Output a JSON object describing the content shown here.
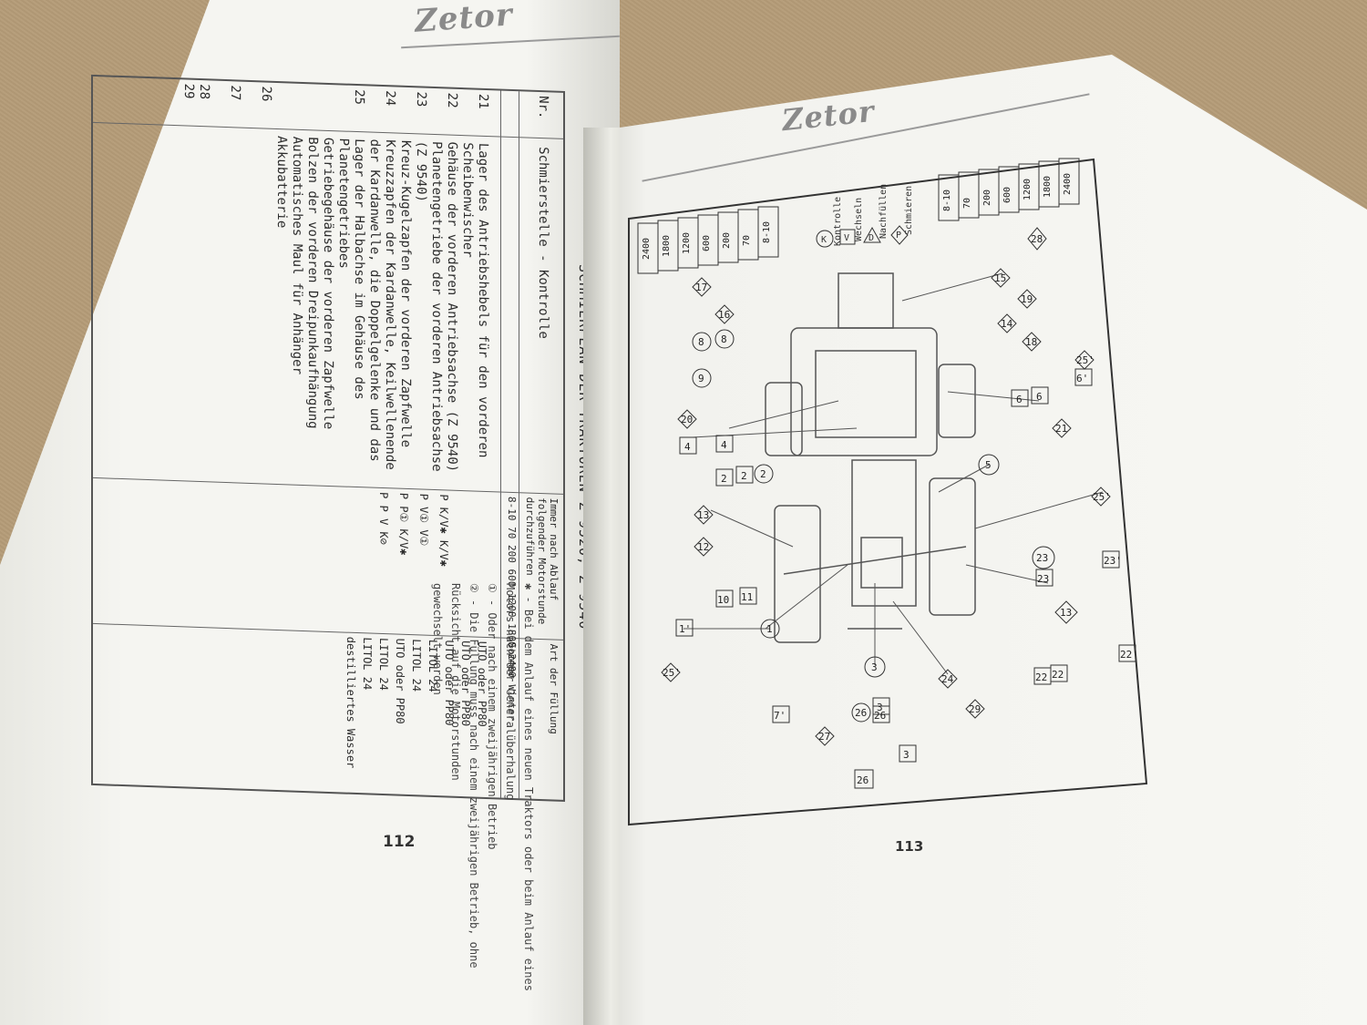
{
  "left_page": {
    "logo": "Zetor",
    "title": "SCHMIERPLAN DER TRAKTOREN Z 9520, Z 9540",
    "headers": {
      "nr": "Nr.",
      "point": "Schmierstelle - Kontrolle",
      "interval_caption": "Immer nach Ablauf folgender Motorstunde durchzuführen",
      "fill_caption": "Art der Füllung",
      "intervals": [
        "8-10",
        "70",
        "200",
        "600",
        "1200",
        "1800",
        "2400"
      ],
      "seasons": [
        "Sommer",
        "Winter"
      ]
    },
    "rows": [
      {
        "nr": "21",
        "text": "Lager des Antriebshebels für den vorderen Scheibenwischer"
      },
      {
        "nr": "22",
        "text": "Gehäuse der vorderen Antriebsachse (Z 9540)"
      },
      {
        "nr": "23",
        "text": "Planetengetriebe der vorderen Antriebsachse (Z 9540)"
      },
      {
        "nr": "24",
        "text": "Kreuz-Kugelzapfen der vorderen Zapfwelle"
      },
      {
        "nr": "25",
        "text": "Kreuzzapfen der Kardanwelle, Keilwellenende der Kardanwelle, die Doppelgelenke und das Lager der Halbachse im Gehäuse des Planetengetriebes"
      },
      {
        "nr": "26",
        "text": "Getriebegehäuse der vorderen Zapfwelle"
      },
      {
        "nr": "27",
        "text": "Bolzen der vorderen Dreipunkaufhängung"
      },
      {
        "nr": "28",
        "text": "Automatisches Maul für Anhänger"
      },
      {
        "nr": "29",
        "text": "Akkubatterie"
      }
    ],
    "marks": [
      "P",
      "K/V✱",
      "K/V✱",
      "P",
      "V①",
      "V①",
      "P",
      "P①",
      "K/V✱",
      "P",
      "P",
      "V",
      "K⊘"
    ],
    "fills": [
      "UTO oder PP80",
      "UTO oder PP80",
      "UTO oder PP80",
      "LITOL 24",
      "LITOL 24",
      "UTO oder PP80",
      "LITOL 24",
      "LITOL 24",
      "destilliertes Wasser"
    ],
    "notes": [
      "✱ - Bei dem Anlauf eines neuen Traktors oder beim Anlauf eines Motors nach der Generalüberhalung",
      "① - Oder nach einem zweijährigen Betrieb",
      "② - Die Füllung muss nach einem zweijährigen Betrieb, ohne Rücksicht auf die Motorstunden",
      "gewechselt werden"
    ],
    "page_number": "112"
  },
  "right_page": {
    "logo": "Zetor",
    "page_number": "113",
    "legend": [
      {
        "sym": "K",
        "label": "Kontrolle"
      },
      {
        "sym": "V",
        "label": "Wechseln"
      },
      {
        "sym": "D",
        "label": "Nachfüllen"
      },
      {
        "sym": "P",
        "label": "Schmieren"
      }
    ],
    "interval_boxes": [
      "8-10",
      "70",
      "200",
      "600",
      "1200",
      "1800",
      "2400"
    ],
    "callouts": [
      "1",
      "1'",
      "2",
      "2",
      "3",
      "3",
      "3",
      "4",
      "4",
      "5",
      "6",
      "6",
      "6'",
      "7'",
      "8",
      "8",
      "9",
      "10",
      "11",
      "12",
      "13",
      "13",
      "14",
      "15",
      "16",
      "17",
      "18",
      "19",
      "20",
      "21",
      "22",
      "22",
      "22'",
      "23",
      "23",
      "23'",
      "24",
      "25'",
      "25'",
      "25'",
      "26",
      "26",
      "26",
      "27",
      "28",
      "29"
    ]
  }
}
